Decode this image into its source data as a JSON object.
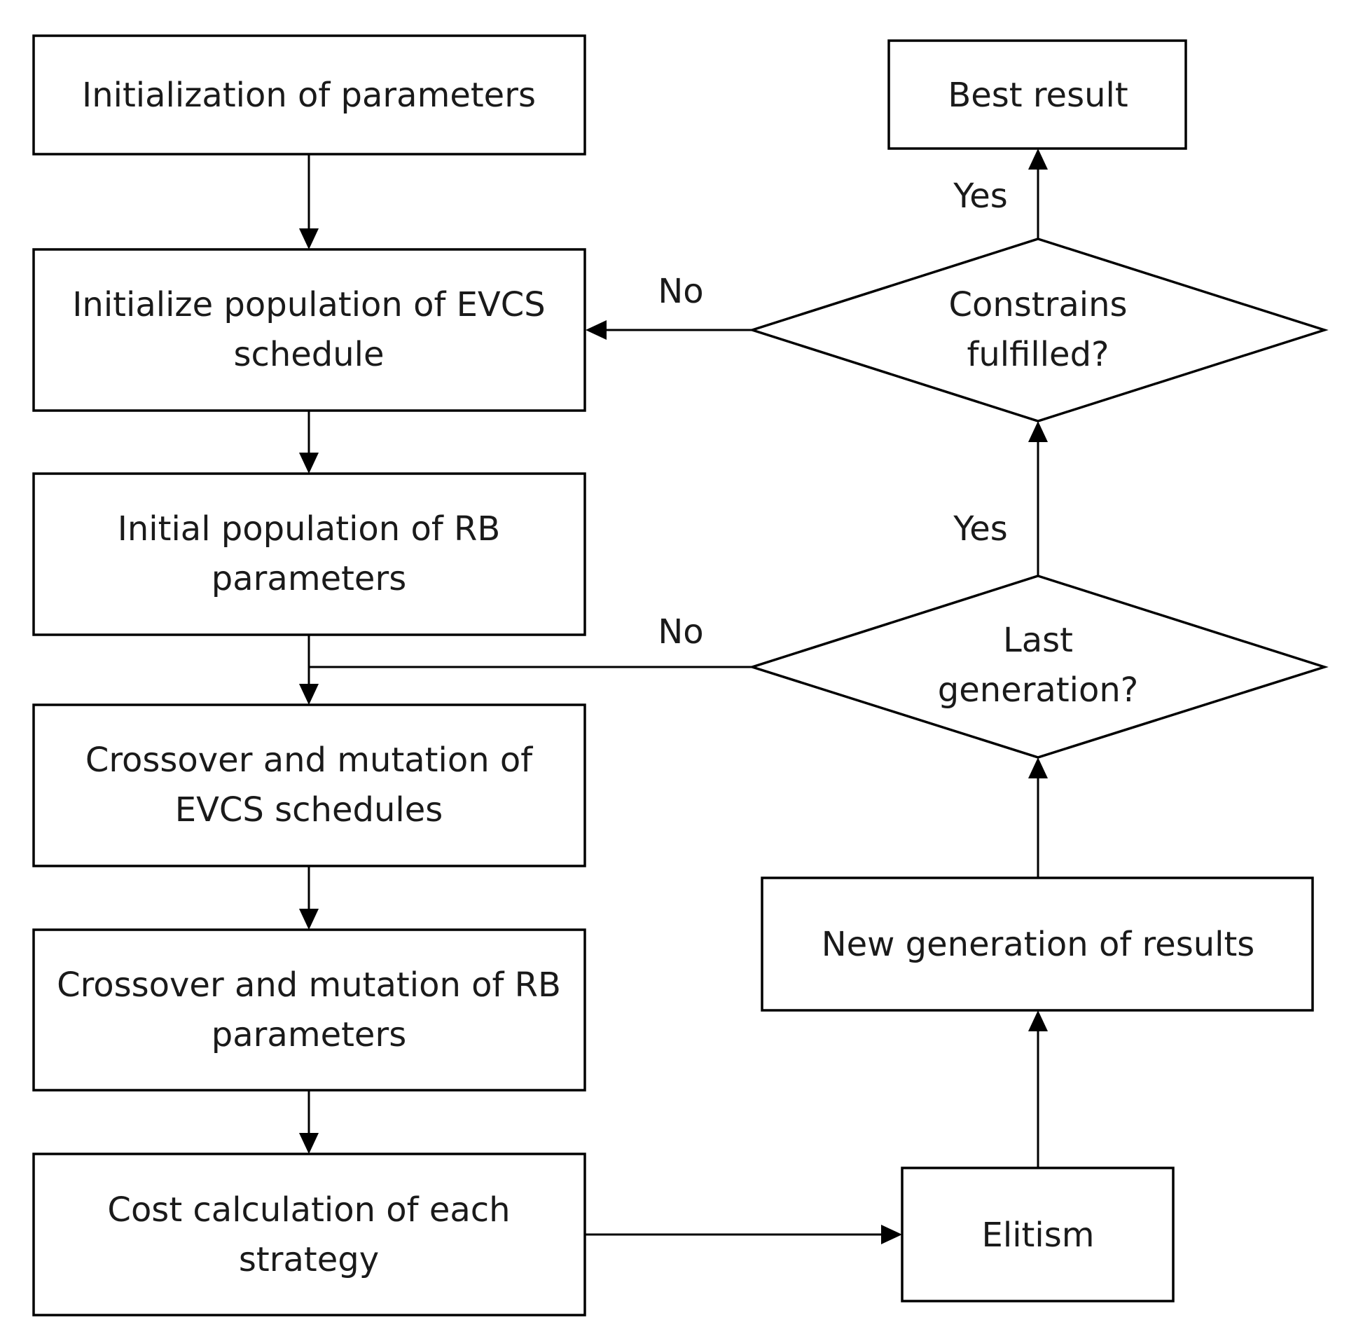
{
  "nodes": {
    "init_params": {
      "lines": [
        "Initialization of parameters"
      ]
    },
    "init_evcs": {
      "lines": [
        "Initialize population of EVCS",
        "schedule"
      ]
    },
    "init_rb": {
      "lines": [
        "Initial population of RB",
        "parameters"
      ]
    },
    "cross_evcs": {
      "lines": [
        "Crossover and mutation of",
        "EVCS schedules"
      ]
    },
    "cross_rb": {
      "lines": [
        "Crossover and mutation of RB",
        "parameters"
      ]
    },
    "cost": {
      "lines": [
        "Cost calculation of each",
        "strategy"
      ]
    },
    "elitism": {
      "lines": [
        "Elitism"
      ]
    },
    "new_gen": {
      "lines": [
        "New generation of results"
      ]
    },
    "last_gen": {
      "lines": [
        "Last",
        "generation?"
      ]
    },
    "constrains": {
      "lines": [
        "Constrains",
        "fulfilled?"
      ]
    },
    "best": {
      "lines": [
        "Best result"
      ]
    }
  },
  "edge_labels": {
    "constrains_yes": "Yes",
    "constrains_no": "No",
    "last_gen_yes": "Yes",
    "last_gen_no": "No"
  }
}
